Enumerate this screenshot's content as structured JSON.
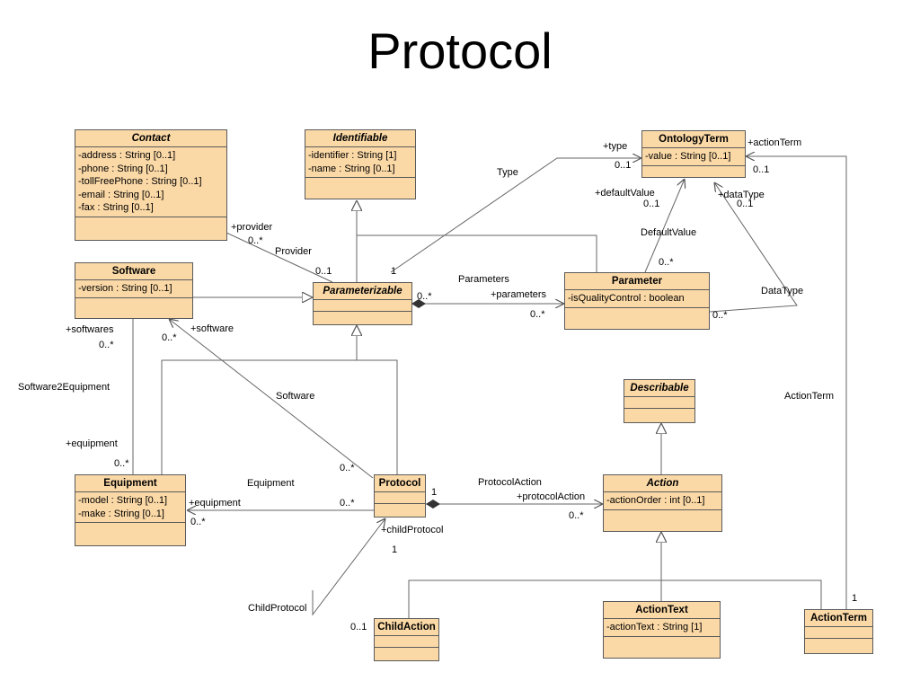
{
  "title": "Protocol",
  "classes": {
    "contact": {
      "name": "Contact",
      "attributes": [
        "-address : String [0..1]",
        "-phone : String [0..1]",
        "-tollFreePhone : String [0..1]",
        "-email : String [0..1]",
        "-fax : String [0..1]"
      ]
    },
    "identifiable": {
      "name": "Identifiable",
      "attributes": [
        "-identifier : String [1]",
        "-name : String [0..1]"
      ]
    },
    "ontologyterm": {
      "name": "OntologyTerm",
      "attributes": [
        "-value : String [0..1]"
      ]
    },
    "software": {
      "name": "Software",
      "attributes": [
        "-version : String [0..1]"
      ]
    },
    "parameterizable": {
      "name": "Parameterizable",
      "attributes": []
    },
    "parameter": {
      "name": "Parameter",
      "attributes": [
        "-isQualityControl : boolean"
      ]
    },
    "describable": {
      "name": "Describable",
      "attributes": []
    },
    "equipment": {
      "name": "Equipment",
      "attributes": [
        "-model : String [0..1]",
        "-make : String [0..1]"
      ]
    },
    "protocol": {
      "name": "Protocol",
      "attributes": []
    },
    "action": {
      "name": "Action",
      "attributes": [
        "-actionOrder : int [0..1]"
      ]
    },
    "childaction": {
      "name": "ChildAction",
      "attributes": []
    },
    "actiontext": {
      "name": "ActionText",
      "attributes": [
        "-actionText : String [1]"
      ]
    },
    "actionterm": {
      "name": "ActionTerm",
      "attributes": []
    }
  },
  "labels": {
    "type_assoc": "Type",
    "type_role": "+type",
    "type_mult": "0..1",
    "actionterm_role": "+actionTerm",
    "actionterm_mult_top": "0..1",
    "provider_role": "+provider",
    "provider_mult": "0..*",
    "provider_assoc": "Provider",
    "provider_mult_end": "0..1",
    "param_one": "1",
    "parameters_assoc": "Parameters",
    "parameters_role": "+parameters",
    "param_mult_src": "0..*",
    "param_mult_dst": "0..*",
    "defaultvalue_role": "+defaultValue",
    "defaultvalue_mult": "0..1",
    "datatype_role": "+dataType",
    "datatype_mult": "0..1",
    "defaultvalue_assoc": "DefaultValue",
    "defaultvalue_mult_end": "0..*",
    "datatype_assoc": "DataType",
    "datatype_mult_end": "0..*",
    "softwares_role": "+softwares",
    "softwares_mult": "0..*",
    "software_mult": "0..*",
    "software_role": "+software",
    "software2equipment_assoc": "Software2Equipment",
    "equipment_role_top": "+equipment",
    "equipment_mult_top": "0..*",
    "software_assoc": "Software",
    "software_mult_end": "0..*",
    "actionterm_assoc": "ActionTerm",
    "equipment_assoc": "Equipment",
    "equipment_role": "+equipment",
    "equipment_mult_left": "0..*",
    "equipment_mult_right": "0..*",
    "protocol_one": "1",
    "protocolaction_assoc": "ProtocolAction",
    "protocolaction_role": "+protocolAction",
    "protocolaction_mult": "0..*",
    "childprotocol_role": "+childProtocol",
    "childprotocol_mult": "1",
    "childprotocol_assoc": "ChildProtocol",
    "childaction_mult": "0..1",
    "actionterm_one": "1"
  }
}
